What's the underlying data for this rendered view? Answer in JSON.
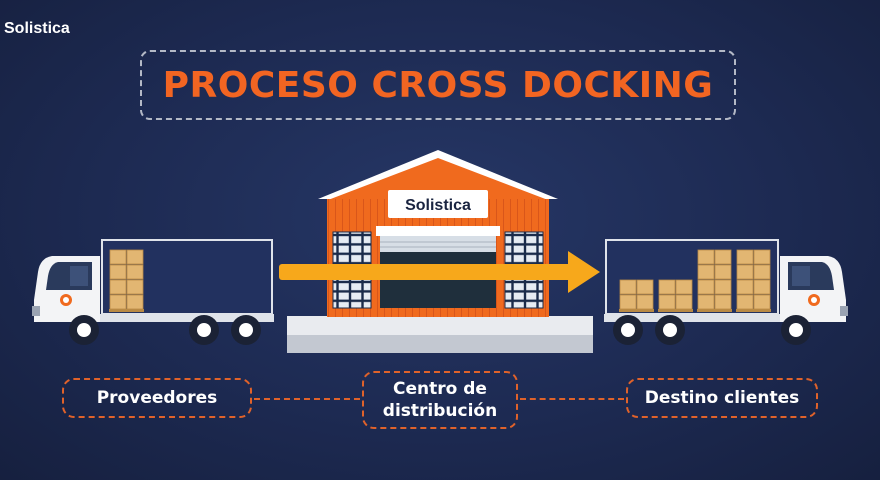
{
  "brand": {
    "name": "Solistica"
  },
  "title": "PROCESO CROSS DOCKING",
  "warehouse": {
    "sign": "Solistica"
  },
  "steps": [
    {
      "label": "Proveedores"
    },
    {
      "label_line1": "Centro de",
      "label_line2": "distribución"
    },
    {
      "label": "Destino clientes"
    }
  ],
  "colors": {
    "background": "#1d2a52",
    "accent": "#f26522",
    "arrow": "#f7a81b",
    "box": "#e2b672",
    "truck_cargo": "#22315f"
  },
  "icons": [
    "truck-icon",
    "warehouse-icon",
    "flow-arrow-icon",
    "pallet-boxes-icon"
  ]
}
